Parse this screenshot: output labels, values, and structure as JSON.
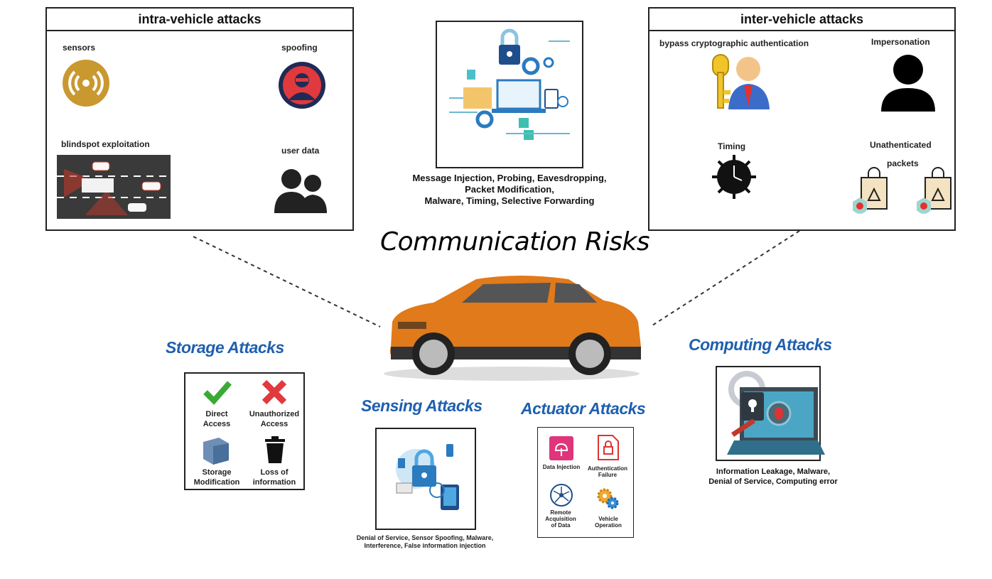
{
  "title": "Communication Risks",
  "intra": {
    "title": "intra-vehicle attacks",
    "sensors": "sensors",
    "spoofing": "spoofing",
    "blindspot": "blindspot exploitation",
    "userdata": "user data"
  },
  "inter": {
    "title": "inter-vehicle attacks",
    "bypass": "bypass cryptographic authentication",
    "impersonation": "Impersonation",
    "timing": "Timing",
    "unauth_1": "Unathenticated",
    "unauth_2": "packets"
  },
  "center": {
    "line1": "Message Injection, Probing, Eavesdropping,",
    "line2": "Packet Modification,",
    "line3": "Malware, Timing, Selective Forwarding"
  },
  "storage": {
    "title": "Storage Attacks",
    "direct_1": "Direct",
    "direct_2": "Access",
    "unauth_1": "Unauthorized",
    "unauth_2": "Access",
    "mod_1": "Storage",
    "mod_2": "Modification",
    "loss_1": "Loss of",
    "loss_2": "information"
  },
  "sensing": {
    "title": "Sensing Attacks",
    "cap1": "Denial of Service, Sensor Spoofing, Malware,",
    "cap2": "Interference, False information injection"
  },
  "actuator": {
    "title": "Actuator Attacks",
    "data_injection": "Data Injection",
    "auth_1": "Authentication",
    "auth_2": "Failure",
    "remote_1": "Remote",
    "remote_2": "Acquisition",
    "remote_3": "of Data",
    "vehicle_1": "Vehicle",
    "vehicle_2": "Operation"
  },
  "computing": {
    "title": "Computing Attacks",
    "cap1": "Information Leakage, Malware,",
    "cap2": "Denial of Service, Computing error"
  },
  "colors": {
    "section_blue": "#1f5fae",
    "car_orange": "#e07a1a",
    "gold": "#c9982f",
    "red_icon": "#e03a3e"
  }
}
